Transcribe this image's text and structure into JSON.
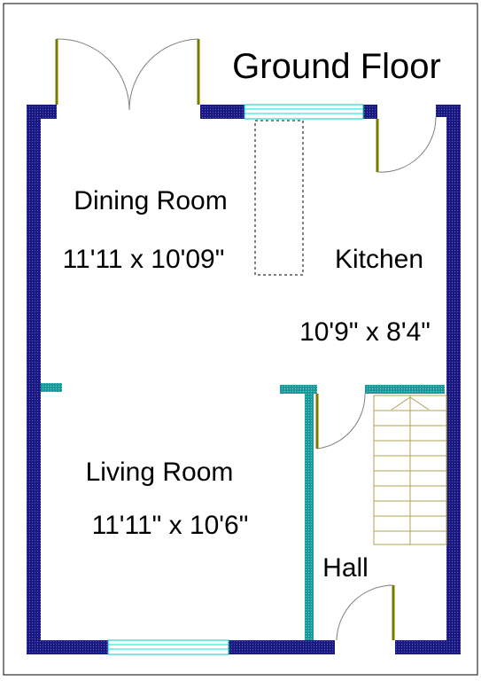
{
  "title": "Ground Floor",
  "rooms": {
    "dining": {
      "name": "Dining Room",
      "size": "11'11 x 10'09\""
    },
    "kitchen": {
      "name": "Kitchen",
      "size": "10'9\" x 8'4\""
    },
    "living": {
      "name": "Living Room",
      "size": "11'11\" x 10'6\""
    },
    "hall": {
      "name": "Hall"
    }
  },
  "colors": {
    "outer_wall": "#1a1a80",
    "inner_wall": "#1a9a9a",
    "window": "#00e0e0",
    "door": "#7a7a00",
    "stairs": "#b0a050",
    "border": "#000000"
  }
}
